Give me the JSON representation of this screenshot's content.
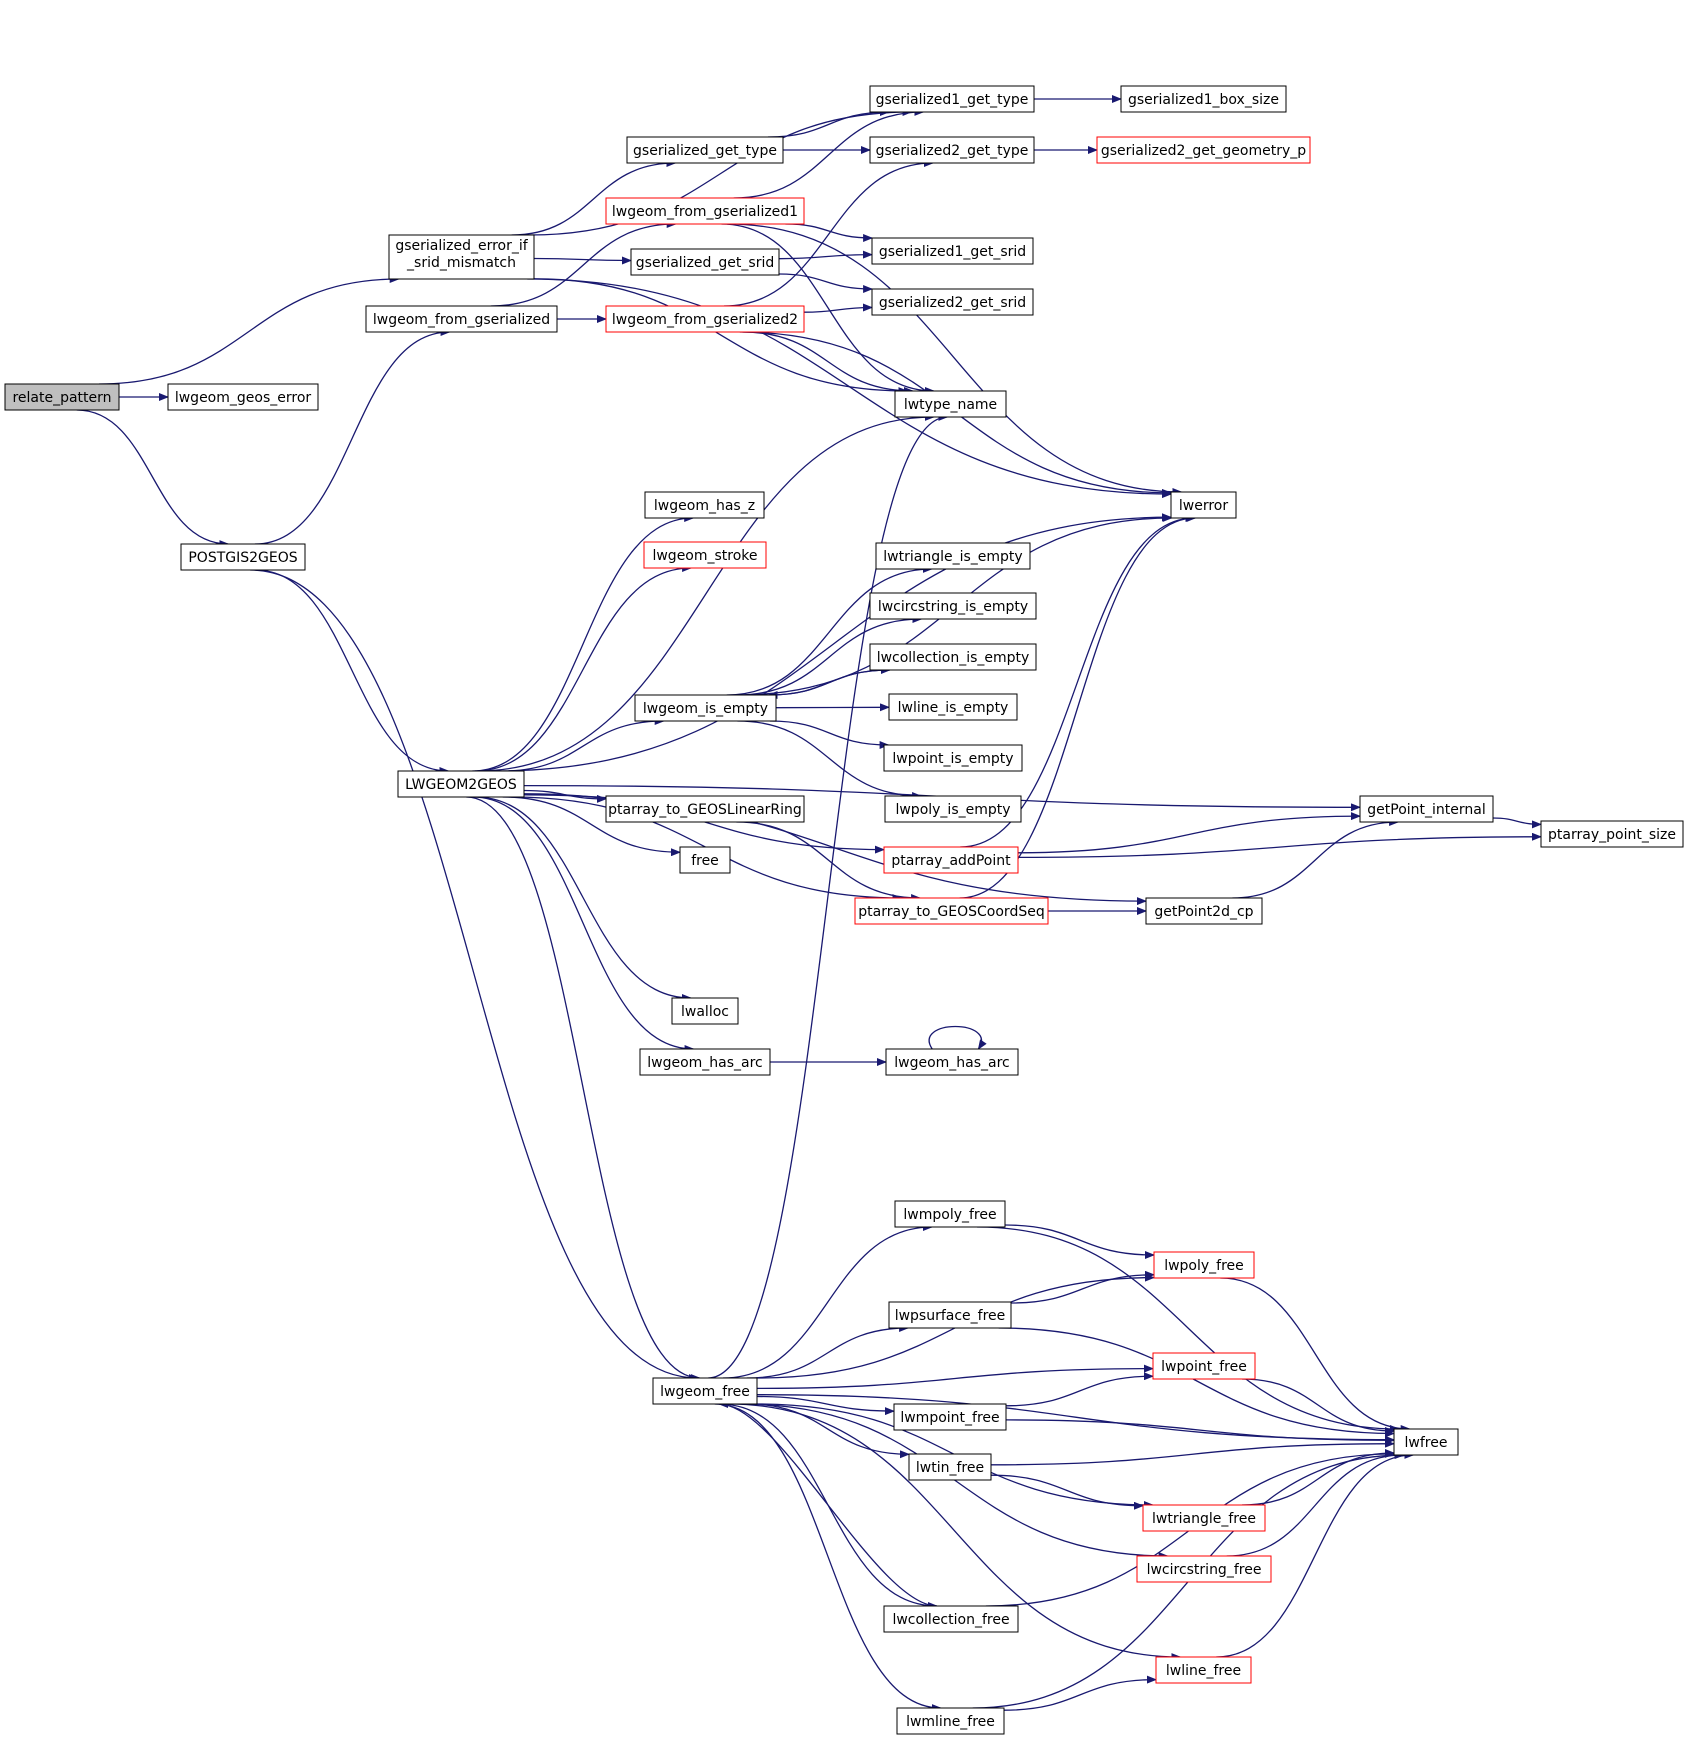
{
  "colors": {
    "edge": "#191970",
    "border_default": "#000000",
    "border_truncated": "#ff0000",
    "root_fill": "#bfbfbf",
    "fill": "#ffffff"
  },
  "nodes": [
    {
      "id": "relate_pattern",
      "label": "relate_pattern",
      "root": true
    },
    {
      "id": "lwgeom_geos_error",
      "label": "lwgeom_geos_error"
    },
    {
      "id": "POSTGIS2GEOS",
      "label": "POSTGIS2GEOS"
    },
    {
      "id": "gserialized_error_if_srid_mismatch",
      "label": "gserialized_error_if",
      "label2": "_srid_mismatch"
    },
    {
      "id": "lwgeom_from_gserialized",
      "label": "lwgeom_from_gserialized"
    },
    {
      "id": "LWGEOM2GEOS",
      "label": "LWGEOM2GEOS"
    },
    {
      "id": "gserialized_get_type",
      "label": "gserialized_get_type"
    },
    {
      "id": "lwgeom_from_gserialized1",
      "label": "lwgeom_from_gserialized1",
      "truncated": true
    },
    {
      "id": "gserialized_get_srid",
      "label": "gserialized_get_srid"
    },
    {
      "id": "lwgeom_from_gserialized2",
      "label": "lwgeom_from_gserialized2",
      "truncated": true
    },
    {
      "id": "gserialized1_get_type",
      "label": "gserialized1_get_type"
    },
    {
      "id": "gserialized2_get_type",
      "label": "gserialized2_get_type"
    },
    {
      "id": "gserialized1_get_srid",
      "label": "gserialized1_get_srid"
    },
    {
      "id": "gserialized2_get_srid",
      "label": "gserialized2_get_srid"
    },
    {
      "id": "lwtype_name",
      "label": "lwtype_name"
    },
    {
      "id": "gserialized1_box_size",
      "label": "gserialized1_box_size"
    },
    {
      "id": "gserialized2_get_geometry_p",
      "label": "gserialized2_get_geometry_p",
      "truncated": true
    },
    {
      "id": "lwerror",
      "label": "lwerror"
    },
    {
      "id": "lwgeom_has_z",
      "label": "lwgeom_has_z"
    },
    {
      "id": "lwgeom_stroke",
      "label": "lwgeom_stroke",
      "truncated": true
    },
    {
      "id": "lwgeom_is_empty",
      "label": "lwgeom_is_empty"
    },
    {
      "id": "ptarray_to_GEOSLinearRing",
      "label": "ptarray_to_GEOSLinearRing"
    },
    {
      "id": "free",
      "label": "free"
    },
    {
      "id": "lwalloc",
      "label": "lwalloc"
    },
    {
      "id": "lwgeom_has_arc_1",
      "label": "lwgeom_has_arc"
    },
    {
      "id": "lwgeom_free",
      "label": "lwgeom_free"
    },
    {
      "id": "lwtriangle_is_empty",
      "label": "lwtriangle_is_empty"
    },
    {
      "id": "lwcircstring_is_empty",
      "label": "lwcircstring_is_empty"
    },
    {
      "id": "lwcollection_is_empty",
      "label": "lwcollection_is_empty"
    },
    {
      "id": "lwline_is_empty",
      "label": "lwline_is_empty"
    },
    {
      "id": "lwpoint_is_empty",
      "label": "lwpoint_is_empty"
    },
    {
      "id": "lwpoly_is_empty",
      "label": "lwpoly_is_empty"
    },
    {
      "id": "ptarray_addPoint",
      "label": "ptarray_addPoint",
      "truncated": true
    },
    {
      "id": "ptarray_to_GEOSCoordSeq",
      "label": "ptarray_to_GEOSCoordSeq",
      "truncated": true
    },
    {
      "id": "lwgeom_has_arc_2",
      "label": "lwgeom_has_arc"
    },
    {
      "id": "getPoint_internal",
      "label": "getPoint_internal"
    },
    {
      "id": "getPoint2d_cp",
      "label": "getPoint2d_cp"
    },
    {
      "id": "ptarray_point_size",
      "label": "ptarray_point_size"
    },
    {
      "id": "lwmpoly_free",
      "label": "lwmpoly_free"
    },
    {
      "id": "lwpsurface_free",
      "label": "lwpsurface_free"
    },
    {
      "id": "lwmpoint_free",
      "label": "lwmpoint_free"
    },
    {
      "id": "lwtin_free",
      "label": "lwtin_free"
    },
    {
      "id": "lwcollection_free",
      "label": "lwcollection_free"
    },
    {
      "id": "lwmline_free",
      "label": "lwmline_free"
    },
    {
      "id": "lwpoly_free",
      "label": "lwpoly_free",
      "truncated": true
    },
    {
      "id": "lwpoint_free",
      "label": "lwpoint_free",
      "truncated": true
    },
    {
      "id": "lwtriangle_free",
      "label": "lwtriangle_free",
      "truncated": true
    },
    {
      "id": "lwcircstring_free",
      "label": "lwcircstring_free",
      "truncated": true
    },
    {
      "id": "lwline_free",
      "label": "lwline_free",
      "truncated": true
    },
    {
      "id": "lwfree",
      "label": "lwfree"
    }
  ],
  "edges": [
    [
      "relate_pattern",
      "gserialized_error_if_srid_mismatch"
    ],
    [
      "relate_pattern",
      "lwgeom_geos_error"
    ],
    [
      "relate_pattern",
      "POSTGIS2GEOS"
    ],
    [
      "gserialized_error_if_srid_mismatch",
      "gserialized_get_type"
    ],
    [
      "gserialized_error_if_srid_mismatch",
      "gserialized1_get_type"
    ],
    [
      "gserialized_error_if_srid_mismatch",
      "gserialized_get_srid"
    ],
    [
      "gserialized_error_if_srid_mismatch",
      "lwtype_name"
    ],
    [
      "gserialized_error_if_srid_mismatch",
      "lwerror"
    ],
    [
      "POSTGIS2GEOS",
      "lwgeom_from_gserialized"
    ],
    [
      "POSTGIS2GEOS",
      "LWGEOM2GEOS"
    ],
    [
      "POSTGIS2GEOS",
      "lwgeom_free"
    ],
    [
      "lwgeom_from_gserialized",
      "lwgeom_from_gserialized1"
    ],
    [
      "lwgeom_from_gserialized",
      "lwgeom_from_gserialized2"
    ],
    [
      "gserialized_get_type",
      "gserialized1_get_type"
    ],
    [
      "gserialized_get_type",
      "gserialized2_get_type"
    ],
    [
      "gserialized_get_srid",
      "gserialized1_get_srid"
    ],
    [
      "gserialized_get_srid",
      "gserialized2_get_srid"
    ],
    [
      "lwgeom_from_gserialized1",
      "gserialized1_get_type"
    ],
    [
      "lwgeom_from_gserialized1",
      "gserialized1_get_srid"
    ],
    [
      "lwgeom_from_gserialized1",
      "lwtype_name"
    ],
    [
      "lwgeom_from_gserialized1",
      "lwerror"
    ],
    [
      "lwgeom_from_gserialized2",
      "gserialized2_get_type"
    ],
    [
      "lwgeom_from_gserialized2",
      "gserialized2_get_srid"
    ],
    [
      "lwgeom_from_gserialized2",
      "lwtype_name"
    ],
    [
      "lwgeom_from_gserialized2",
      "lwerror"
    ],
    [
      "gserialized1_get_type",
      "gserialized1_box_size"
    ],
    [
      "gserialized2_get_type",
      "gserialized2_get_geometry_p"
    ],
    [
      "LWGEOM2GEOS",
      "lwgeom_has_z"
    ],
    [
      "LWGEOM2GEOS",
      "lwgeom_stroke"
    ],
    [
      "LWGEOM2GEOS",
      "lwtype_name"
    ],
    [
      "LWGEOM2GEOS",
      "lwerror"
    ],
    [
      "LWGEOM2GEOS",
      "getPoint_internal"
    ],
    [
      "LWGEOM2GEOS",
      "lwgeom_is_empty"
    ],
    [
      "LWGEOM2GEOS",
      "ptarray_to_GEOSLinearRing"
    ],
    [
      "LWGEOM2GEOS",
      "ptarray_addPoint"
    ],
    [
      "LWGEOM2GEOS",
      "free"
    ],
    [
      "LWGEOM2GEOS",
      "ptarray_to_GEOSCoordSeq"
    ],
    [
      "LWGEOM2GEOS",
      "getPoint2d_cp"
    ],
    [
      "LWGEOM2GEOS",
      "lwalloc"
    ],
    [
      "LWGEOM2GEOS",
      "lwgeom_has_arc_1"
    ],
    [
      "LWGEOM2GEOS",
      "lwgeom_free"
    ],
    [
      "lwgeom_is_empty",
      "lwtriangle_is_empty"
    ],
    [
      "lwgeom_is_empty",
      "lwcircstring_is_empty"
    ],
    [
      "lwgeom_is_empty",
      "lwcollection_is_empty"
    ],
    [
      "lwgeom_is_empty",
      "lwline_is_empty"
    ],
    [
      "lwgeom_is_empty",
      "lwpoint_is_empty"
    ],
    [
      "lwgeom_is_empty",
      "lwpoly_is_empty"
    ],
    [
      "lwgeom_is_empty",
      "lwerror"
    ],
    [
      "lwcollection_is_empty",
      "lwgeom_is_empty"
    ],
    [
      "ptarray_to_GEOSLinearRing",
      "ptarray_to_GEOSCoordSeq"
    ],
    [
      "ptarray_addPoint",
      "lwerror"
    ],
    [
      "ptarray_addPoint",
      "getPoint_internal"
    ],
    [
      "ptarray_addPoint",
      "ptarray_point_size"
    ],
    [
      "ptarray_to_GEOSCoordSeq",
      "lwerror"
    ],
    [
      "ptarray_to_GEOSCoordSeq",
      "getPoint2d_cp"
    ],
    [
      "getPoint2d_cp",
      "getPoint_internal"
    ],
    [
      "getPoint_internal",
      "ptarray_point_size"
    ],
    [
      "lwgeom_has_arc_1",
      "lwgeom_has_arc_2"
    ],
    [
      "lwgeom_has_arc_2",
      "lwgeom_has_arc_2"
    ],
    [
      "lwgeom_free",
      "lwtype_name"
    ],
    [
      "lwgeom_free",
      "lwmpoly_free"
    ],
    [
      "lwgeom_free",
      "lwpoly_free"
    ],
    [
      "lwgeom_free",
      "lwpsurface_free"
    ],
    [
      "lwgeom_free",
      "lwpoint_free"
    ],
    [
      "lwgeom_free",
      "lwmpoint_free"
    ],
    [
      "lwgeom_free",
      "lwtin_free"
    ],
    [
      "lwgeom_free",
      "lwtriangle_free"
    ],
    [
      "lwgeom_free",
      "lwcircstring_free"
    ],
    [
      "lwgeom_free",
      "lwcollection_free"
    ],
    [
      "lwgeom_free",
      "lwline_free"
    ],
    [
      "lwgeom_free",
      "lwmline_free"
    ],
    [
      "lwgeom_free",
      "lwfree"
    ],
    [
      "lwmpoly_free",
      "lwpoly_free"
    ],
    [
      "lwmpoly_free",
      "lwfree"
    ],
    [
      "lwpsurface_free",
      "lwpoly_free"
    ],
    [
      "lwpsurface_free",
      "lwfree"
    ],
    [
      "lwmpoint_free",
      "lwpoint_free"
    ],
    [
      "lwmpoint_free",
      "lwfree"
    ],
    [
      "lwtin_free",
      "lwtriangle_free"
    ],
    [
      "lwtin_free",
      "lwfree"
    ],
    [
      "lwcollection_free",
      "lwgeom_free"
    ],
    [
      "lwcollection_free",
      "lwfree"
    ],
    [
      "lwmline_free",
      "lwline_free"
    ],
    [
      "lwmline_free",
      "lwfree"
    ],
    [
      "lwpoly_free",
      "lwfree"
    ],
    [
      "lwpoint_free",
      "lwfree"
    ],
    [
      "lwtriangle_free",
      "lwfree"
    ],
    [
      "lwcircstring_free",
      "lwfree"
    ],
    [
      "lwline_free",
      "lwfree"
    ]
  ]
}
